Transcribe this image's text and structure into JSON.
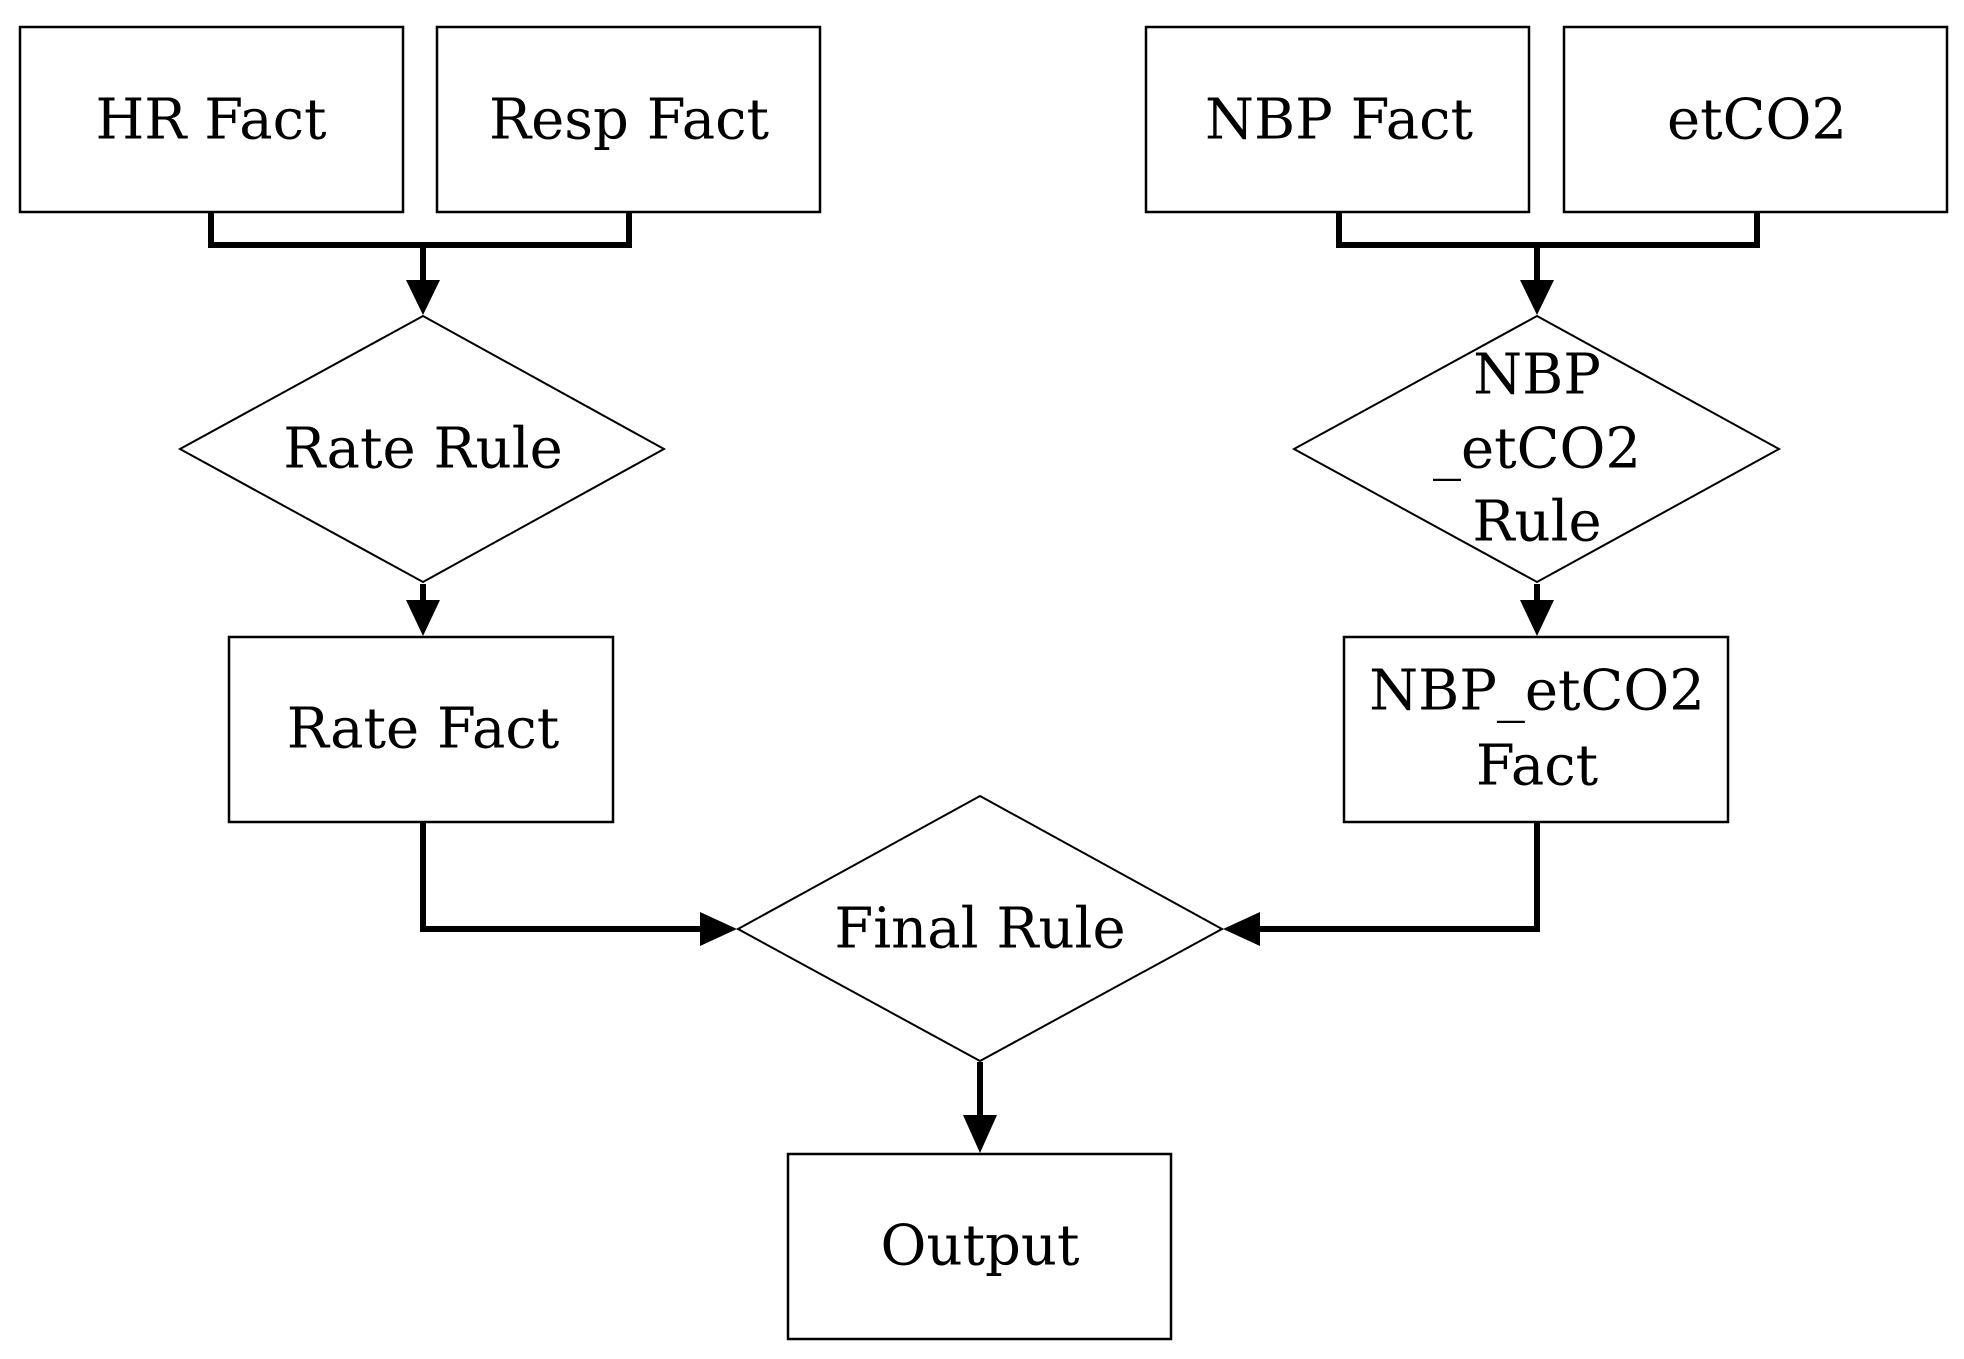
{
  "diagram": {
    "nodes": {
      "hr_fact": "HR Fact",
      "resp_fact": "Resp Fact",
      "nbp_fact": "NBP Fact",
      "etco2": "etCO2",
      "rate_rule": "Rate Rule",
      "nbp_etco2_rule": [
        "NBP",
        "_etCO2",
        "Rule"
      ],
      "rate_fact": "Rate Fact",
      "nbp_etco2_fact": [
        "NBP_etCO2",
        "Fact"
      ],
      "final_rule": "Final Rule",
      "output": "Output"
    },
    "colors": {
      "stroke": "#000000",
      "fill": "#ffffff",
      "text": "#000000"
    }
  }
}
